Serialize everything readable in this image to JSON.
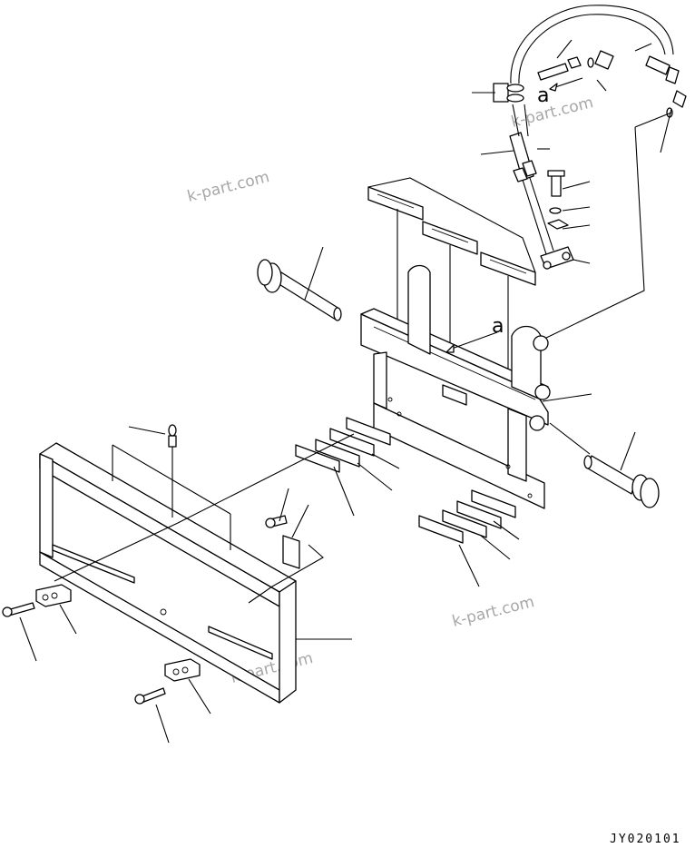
{
  "diagram": {
    "callout_letter": "a",
    "drawing_code": "JY020101",
    "watermark": "k-part.com"
  }
}
